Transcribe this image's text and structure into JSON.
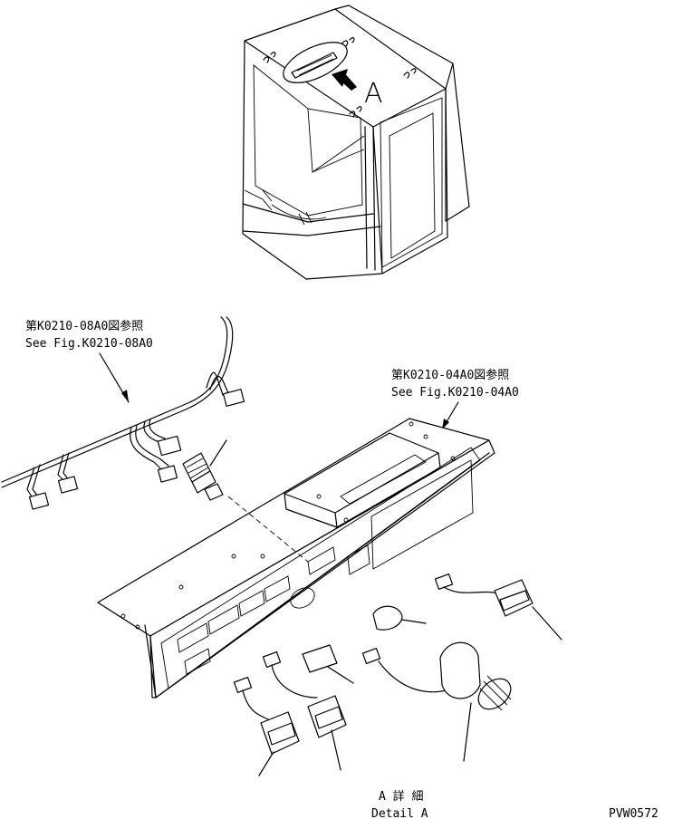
{
  "view_label": "A",
  "ref_left": {
    "jp": "第K0210-08A0図参照",
    "en": "See Fig.K0210-08A0"
  },
  "ref_right": {
    "jp": "第K0210-04A0図参照",
    "en": "See Fig.K0210-04A0"
  },
  "detail": {
    "jp": "A 詳 細",
    "en": "Detail A"
  },
  "drawing_code": "PVW0572"
}
